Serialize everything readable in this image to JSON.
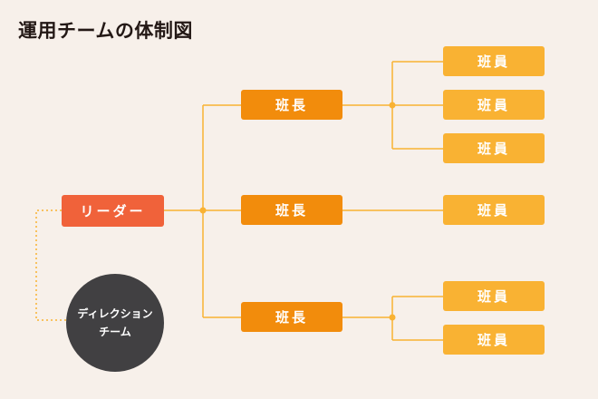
{
  "title": "運用チームの体制図",
  "leader": "リーダー",
  "direction_team": {
    "line1": "ディレクション",
    "line2": "チーム"
  },
  "chiefs": [
    "班長",
    "班長",
    "班長"
  ],
  "members": [
    "班員",
    "班員",
    "班員",
    "班員",
    "班員",
    "班員"
  ],
  "colors": {
    "background": "#f7f0ea",
    "leader": "#f0623a",
    "chief": "#f28c0c",
    "member": "#f9b233",
    "direction": "#414042",
    "line": "#f9b233"
  }
}
